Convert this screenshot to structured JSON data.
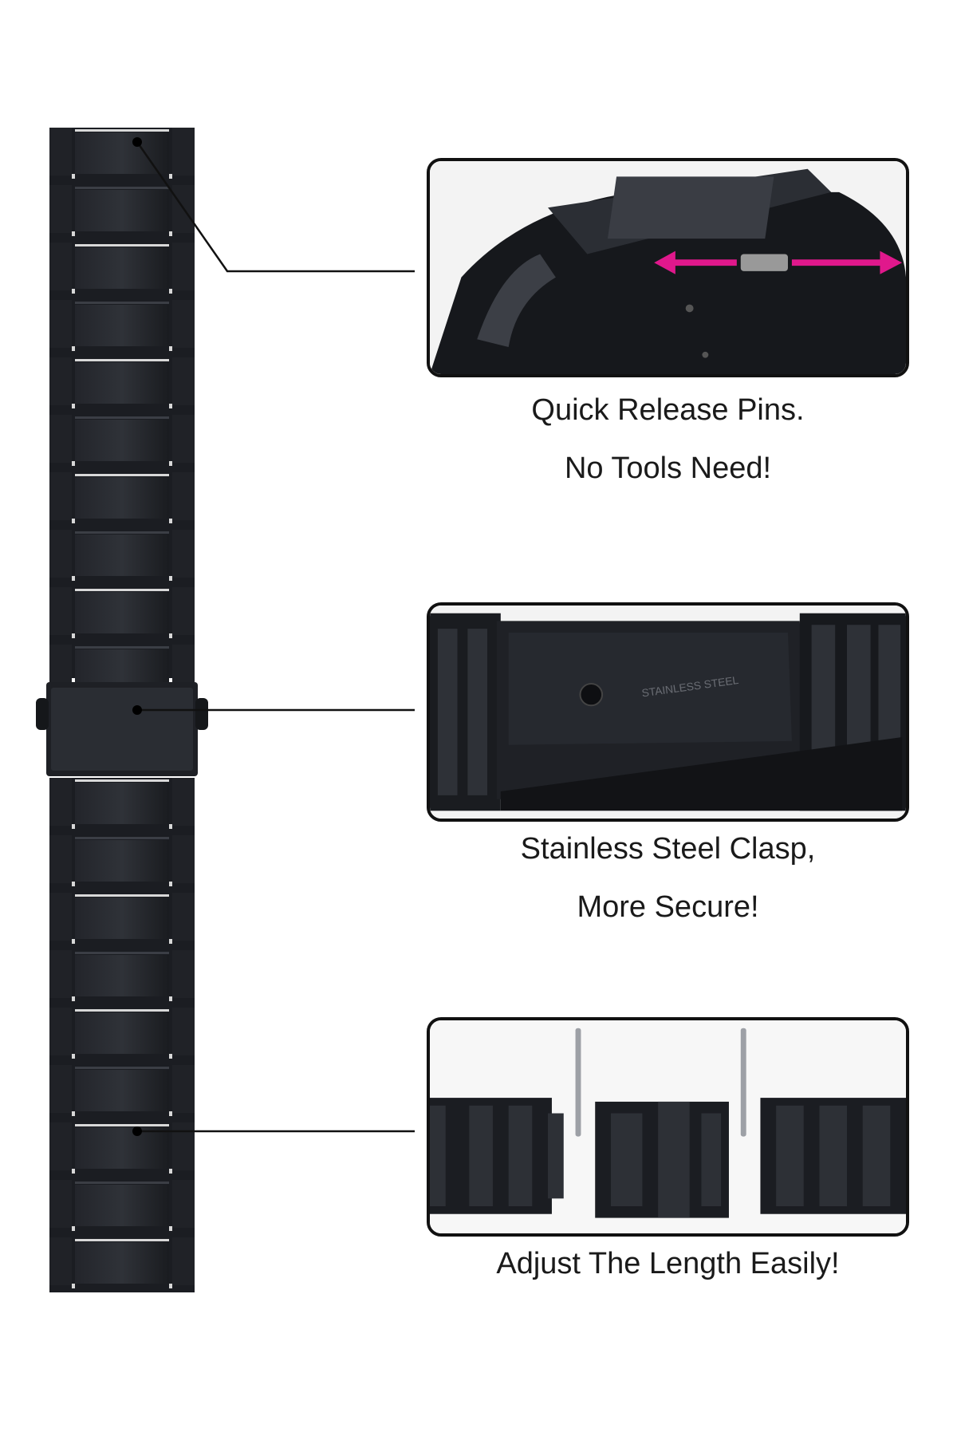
{
  "features": [
    {
      "name": "quick-release",
      "caption_lines": [
        "Quick Release Pins.",
        "No Tools Need!"
      ],
      "arrow_color": "#e0188c"
    },
    {
      "name": "clasp",
      "caption_lines": [
        "Stainless Steel Clasp,",
        "More Secure!"
      ],
      "engraving": "STAINLESS STEEL"
    },
    {
      "name": "adjust",
      "caption_lines": [
        "Adjust The Length Easily!"
      ]
    }
  ],
  "colors": {
    "band": "#1b1d22",
    "band_highlight": "#4a4d55",
    "band_gap": "#d8d8d8",
    "line": "#111111",
    "accent": "#e0188c"
  }
}
